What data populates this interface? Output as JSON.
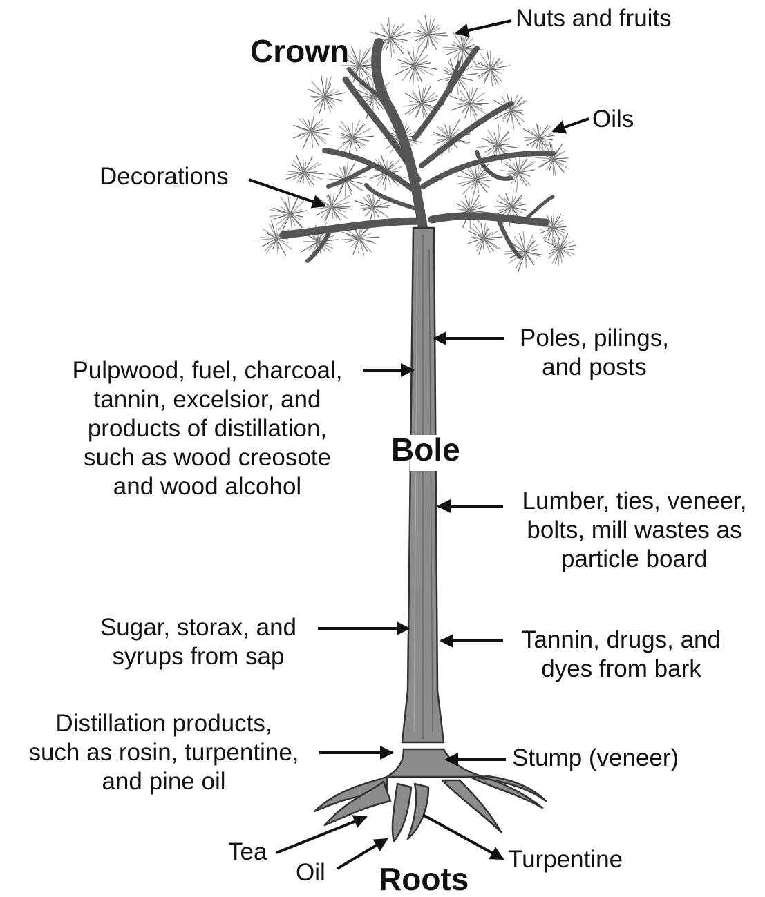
{
  "sections": {
    "crown": "Crown",
    "bole": "Bole",
    "roots": "Roots"
  },
  "labels": {
    "nuts": "Nuts and fruits",
    "oils": "Oils",
    "decorations": "Decorations",
    "poles": "Poles, pilings,\nand posts",
    "pulpwood": "Pulpwood, fuel, charcoal,\ntannin, excelsior, and\nproducts of distillation,\nsuch as wood creosote\nand wood alcohol",
    "lumber": "Lumber, ties, veneer,\nbolts, mill wastes as\nparticle board",
    "sugar": "Sugar, storax, and\nsyrups from sap",
    "tannin": "Tannin, drugs, and\ndyes from bark",
    "distillation": "Distillation products,\nsuch as rosin, turpentine,\nand pine oil",
    "stump": "Stump (veneer)",
    "tea": "Tea",
    "oil": "Oil",
    "turpentine": "Turpentine"
  },
  "colors": {
    "trunk": "#8c8c8c",
    "foliage": "#9a9a9a",
    "ink": "#111111"
  }
}
